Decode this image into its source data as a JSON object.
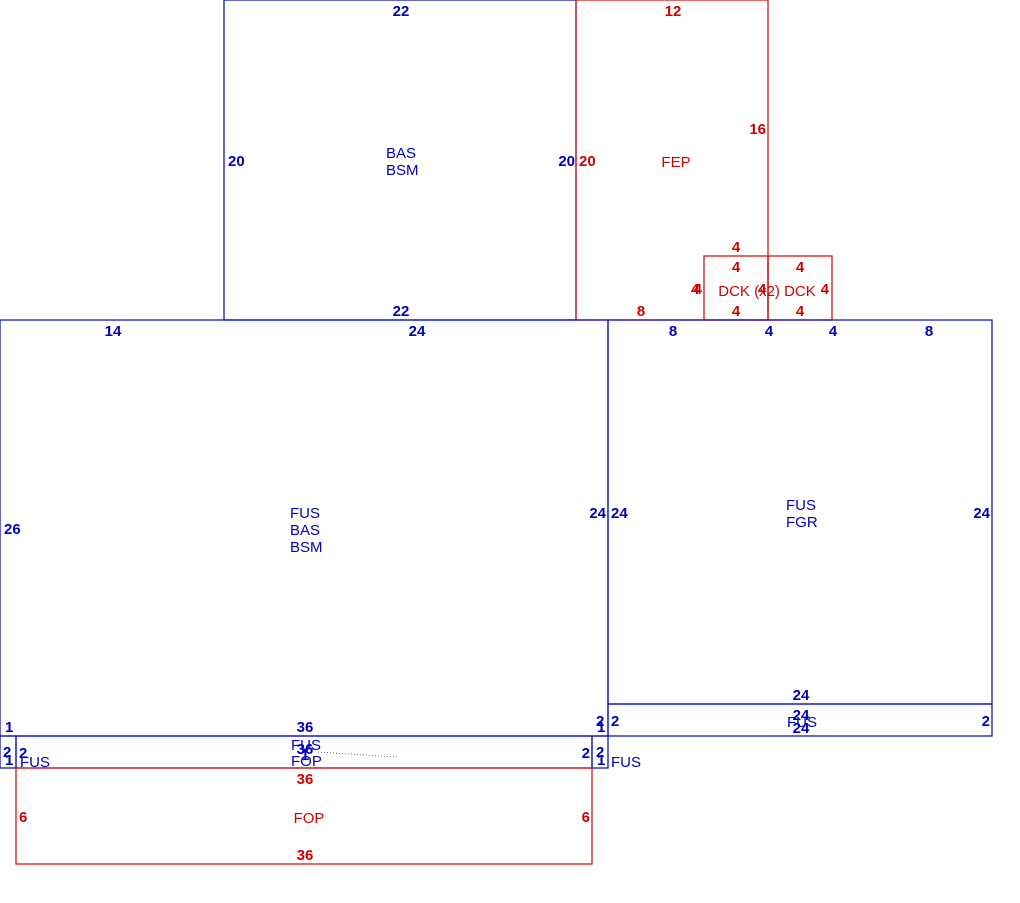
{
  "colors": {
    "blue": "#0000c0",
    "red": "#d40000",
    "background": "#ffffff"
  },
  "areas": {
    "bas_upper": {
      "codes": [
        "BAS",
        "BSM"
      ],
      "dims": {
        "top": "22",
        "bottom": "22",
        "left": "20",
        "right": "20"
      }
    },
    "fep": {
      "codes": [
        "FEP"
      ],
      "dims": {
        "top": "12",
        "left": "20",
        "right": "16",
        "bottom": "8"
      }
    },
    "dck_left": {
      "dims": {
        "top": "4",
        "bottom": "4",
        "left": "4",
        "right": "4"
      }
    },
    "dck_right": {
      "dims": {
        "top": "4",
        "bottom": "4",
        "left": "4",
        "right": "4"
      }
    },
    "dck_label": "DCK (x2) DCK",
    "main_left": {
      "codes": [
        "FUS",
        "BAS",
        "BSM"
      ],
      "dims": {
        "top_left": "14",
        "top_mid": "24",
        "left": "26",
        "right": "24",
        "bottom": "36"
      }
    },
    "main_right": {
      "codes": [
        "FUS",
        "FGR"
      ],
      "dims": {
        "top_a": "8",
        "top_b": "4",
        "top_c": "4",
        "top_d": "8",
        "left": "24",
        "right": "24",
        "bottom": "24"
      }
    },
    "strip_right": {
      "codes": [
        "FUS"
      ],
      "dims": {
        "top": "24",
        "bottom": "24",
        "left": "2",
        "right": "2"
      }
    },
    "strip_bottom": {
      "codes": [
        "FUS",
        "FOP"
      ],
      "dims": {
        "top": "36",
        "bottom": "36",
        "left": "2",
        "right": "2",
        "small": "1",
        "small_b": "2"
      }
    },
    "fop": {
      "codes": [
        "FOP"
      ],
      "dims": {
        "top": "36",
        "bottom": "36",
        "left": "6",
        "right": "6"
      }
    },
    "small_box_left": {
      "dims": {
        "top": "1",
        "side": "2",
        "bottom": "1"
      }
    },
    "small_box_right": {
      "dims": {
        "top": "1",
        "side": "2",
        "bottom": "1"
      }
    },
    "fus_tag_left": "FUS",
    "fus_tag_right": "FUS"
  }
}
